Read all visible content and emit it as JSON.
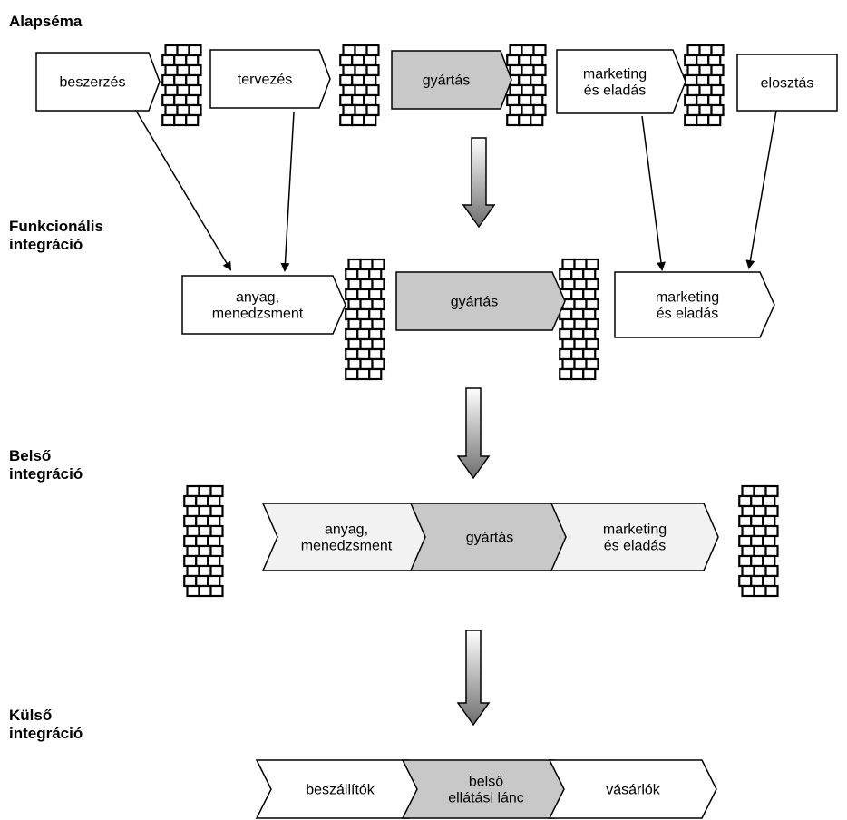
{
  "stages": {
    "alap": {
      "title": "Alapséma"
    },
    "funk": {
      "line1": "Funkcionális",
      "line2": "integráció"
    },
    "belso": {
      "line1": "Belső",
      "line2": "integráció"
    },
    "kulso": {
      "line1": "Külső",
      "line2": "integráció"
    }
  },
  "alap_boxes": [
    {
      "text": [
        "beszerzés"
      ]
    },
    {
      "text": [
        "tervezés"
      ]
    },
    {
      "text": [
        "gyártás"
      ]
    },
    {
      "text": [
        "marketing",
        "és eladás"
      ]
    },
    {
      "text": [
        "elosztás"
      ]
    }
  ],
  "funk_boxes": [
    {
      "text": [
        "anyag,",
        "menedzsment"
      ]
    },
    {
      "text": [
        "gyártás"
      ]
    },
    {
      "text": [
        "marketing",
        "és eladás"
      ]
    }
  ],
  "belso_segments": [
    {
      "text": [
        "anyag,",
        "menedzsment"
      ]
    },
    {
      "text": [
        "gyártás"
      ]
    },
    {
      "text": [
        "marketing",
        "és eladás"
      ]
    }
  ],
  "kulso_segments": [
    {
      "text": [
        "beszállítók"
      ]
    },
    {
      "text": [
        "belső",
        "ellátási lánc"
      ]
    },
    {
      "text": [
        "vásárlók"
      ]
    }
  ],
  "colors": {
    "shaded": "#c8c8c8",
    "white": "#ffffff",
    "light": "#f2f2f2",
    "stroke": "#000000"
  }
}
